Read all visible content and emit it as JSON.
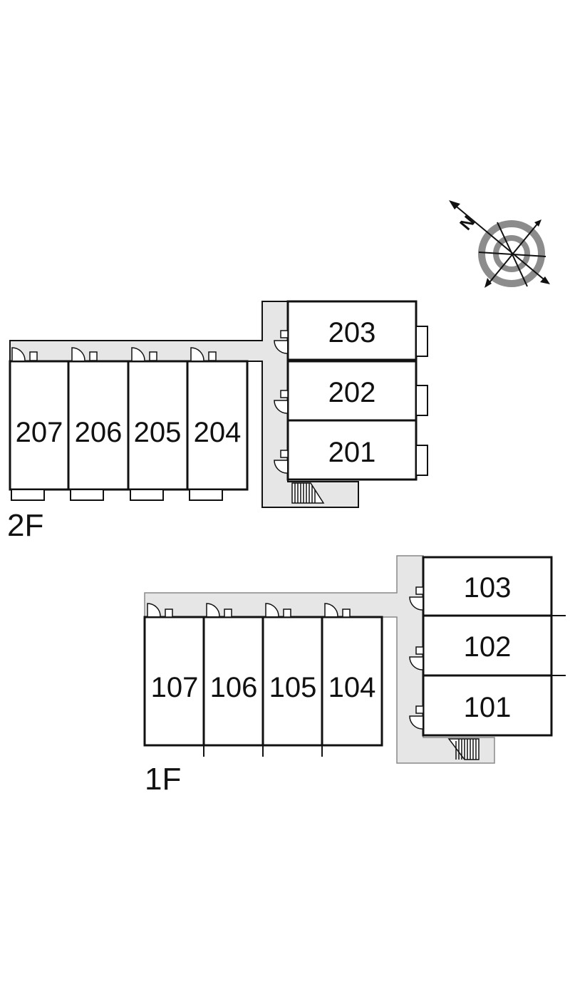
{
  "floors": {
    "upper": {
      "label": "2F",
      "units": [
        {
          "id": "207"
        },
        {
          "id": "206"
        },
        {
          "id": "205"
        },
        {
          "id": "204"
        },
        {
          "id": "203"
        },
        {
          "id": "202"
        },
        {
          "id": "201"
        }
      ]
    },
    "lower": {
      "label": "1F",
      "units": [
        {
          "id": "107"
        },
        {
          "id": "106"
        },
        {
          "id": "105"
        },
        {
          "id": "104"
        },
        {
          "id": "103"
        },
        {
          "id": "102"
        },
        {
          "id": "101"
        }
      ]
    }
  },
  "compass": {
    "north_label": "N",
    "icon": "compass-rose-icon"
  },
  "colors": {
    "corridor": "#e6e6e6",
    "wall": "#111111",
    "compass_ring": "#8c8c8c"
  }
}
